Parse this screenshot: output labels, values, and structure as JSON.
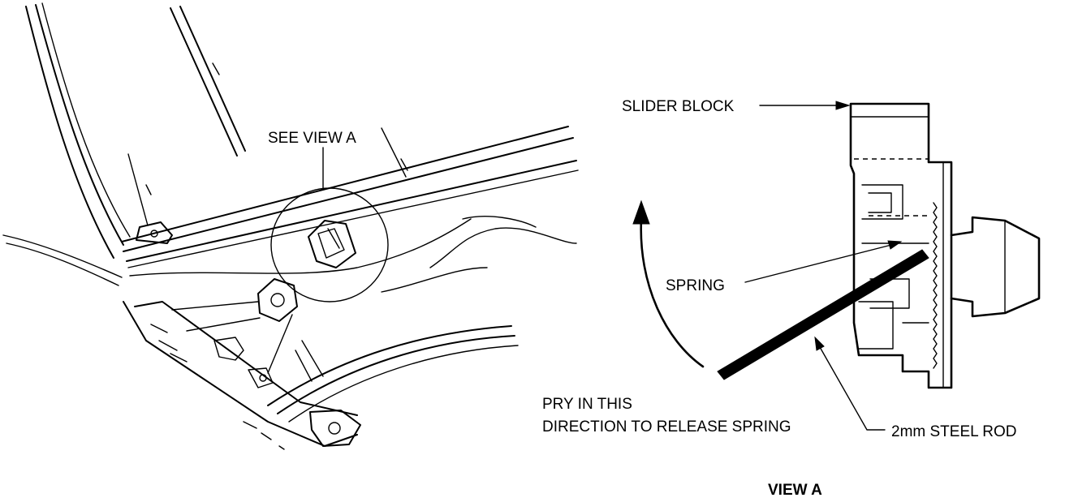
{
  "labels": {
    "see_view_a": "SEE VIEW A",
    "slider_block": "SLIDER BLOCK",
    "spring": "SPRING",
    "pry_line1": "PRY IN THIS",
    "pry_line2": "DIRECTION TO RELEASE SPRING",
    "steel_rod": "2mm STEEL ROD",
    "view_a": "VIEW A"
  }
}
